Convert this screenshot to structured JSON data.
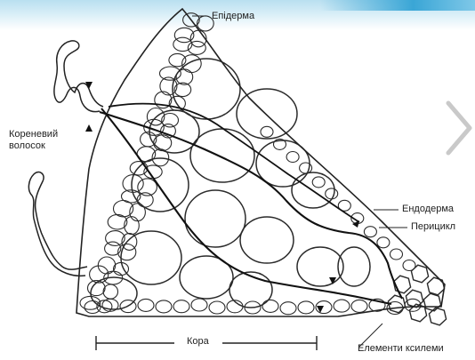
{
  "labels": {
    "epiderma": "Епідерма",
    "root_hair": "Кореневий волосок",
    "endoderma": "Ендодерма",
    "pericycle": "Перицикл",
    "cortex": "Кора",
    "xylem_elements": "Елементи ксилеми"
  },
  "navigation": {
    "next_icon": "chevron-right-icon"
  },
  "colors": {
    "ink": "#1e1e1e",
    "band": "#b9dff0",
    "chevron": "#c9c9c9"
  }
}
